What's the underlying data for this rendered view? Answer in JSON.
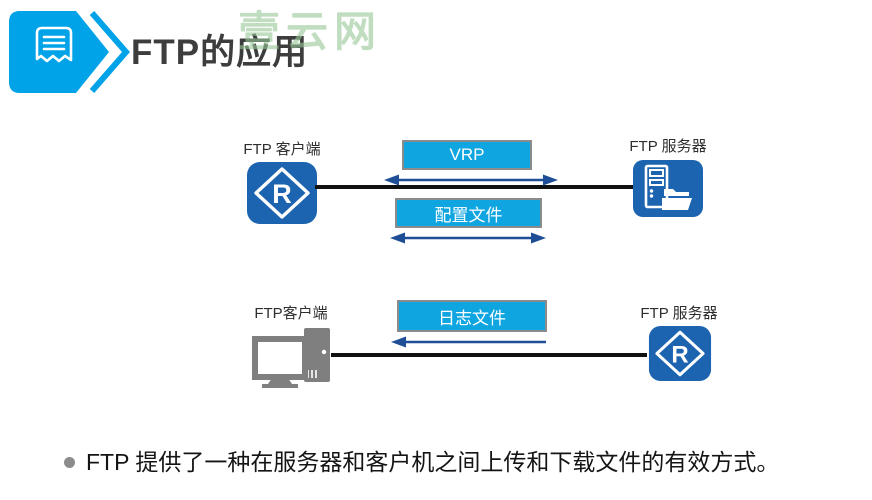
{
  "header": {
    "title": "FTP的应用",
    "badge_icon": "document-icon",
    "accent_color": "#00a3e8",
    "title_color": "#3d3d3d"
  },
  "watermark": {
    "text": "壹云网",
    "color": "#97c797"
  },
  "diagrams": {
    "top": {
      "client_label": "FTP 客户端",
      "client_icon": "router-icon",
      "server_label": "FTP 服务器",
      "server_icon": "server-with-folder-icon",
      "flows": [
        {
          "label": "VRP",
          "direction": "bidirectional"
        },
        {
          "label": "配置文件",
          "direction": "bidirectional"
        }
      ]
    },
    "bottom": {
      "client_label": "FTP客户端",
      "client_icon": "desktop-computer-icon",
      "server_label": "FTP 服务器",
      "server_icon": "router-icon",
      "flows": [
        {
          "label": "日志文件",
          "direction": "to-client"
        }
      ]
    }
  },
  "bullet": {
    "text": "FTP 提供了一种在服务器和客户机之间上传和下载文件的有效方式。"
  },
  "colors": {
    "flow_box_fill": "#0fa5e0",
    "flow_box_border": "#8c8c8c",
    "arrow_blue": "#1e4f96",
    "node_blue": "#1d64b0",
    "device_gray": "#7f7f7f",
    "link_black": "#111111",
    "router_letter": "R"
  }
}
